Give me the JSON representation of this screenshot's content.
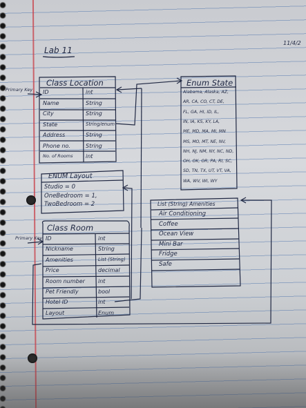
{
  "page_header": {
    "title": "Lab 11",
    "date": "11/4/2"
  },
  "class_location": {
    "title": "Class Location",
    "primary_key_label": "Primary Key",
    "rows": [
      {
        "name": "ID",
        "type": "int"
      },
      {
        "name": "Name",
        "type": "String"
      },
      {
        "name": "City",
        "type": "String"
      },
      {
        "name": "State",
        "type": "String/enum"
      },
      {
        "name": "Address",
        "type": "String"
      },
      {
        "name": "Phone no.",
        "type": "String"
      },
      {
        "name": "No. of Rooms",
        "type": "int"
      }
    ]
  },
  "enum_state": {
    "title": "Enum State",
    "lines": [
      "Alabama, Alaska, AZ,",
      "AR, CA, CO, CT, DE,",
      "FL, GA, HI, ID, IL,",
      "IN, IA, KS, KY, LA,",
      "ME, MD, MA, MI, MN",
      "MS, MO, MT, NE, NV,",
      "NH, NJ, NM, NY, NC, ND,",
      "OH, OK, OR, PA, RI, SC,",
      "SD, TN, TX, UT, VT, VA,",
      "WA, WV, WI, WY"
    ]
  },
  "enum_layout": {
    "title": "ENUM Layout",
    "lines": [
      "Studio = 0",
      "OneBedroom = 1,",
      "TwoBedroom = 2"
    ]
  },
  "amenities": {
    "title": "List (String) Amenities",
    "items": [
      "Air Conditioning",
      "Coffee",
      "Ocean View",
      "Mini Bar",
      "Fridge",
      "Safe"
    ]
  },
  "class_room": {
    "title": "Class Room",
    "primary_key_label": "Primary Key",
    "rows": [
      {
        "name": "ID",
        "type": "int"
      },
      {
        "name": "Nickname",
        "type": "String"
      },
      {
        "name": "Amenities",
        "type": "List (String)"
      },
      {
        "name": "Price",
        "type": "decimal"
      },
      {
        "name": "Room number",
        "type": "int"
      },
      {
        "name": "Pet Friendly",
        "type": "bool"
      },
      {
        "name": "Hotel ID",
        "type": "int"
      },
      {
        "name": "Layout",
        "type": "Enum"
      }
    ]
  },
  "colors": {
    "ink": "#1f2742",
    "rule": "#4a6ea8",
    "margin": "#c83c46"
  }
}
